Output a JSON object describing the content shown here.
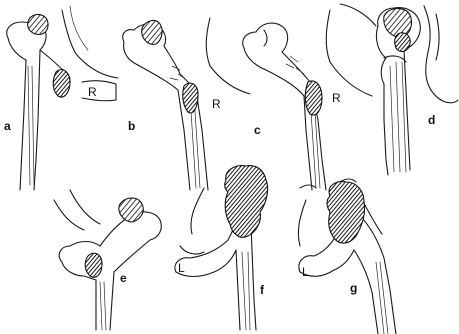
{
  "figure": {
    "panels": [
      {
        "id": "a",
        "label": "a",
        "side_marker": "R"
      },
      {
        "id": "b",
        "label": "b",
        "side_marker": "R"
      },
      {
        "id": "c",
        "label": "c",
        "side_marker": "R"
      },
      {
        "id": "d",
        "label": "d",
        "side_marker": ""
      },
      {
        "id": "e",
        "label": "e",
        "side_marker": ""
      },
      {
        "id": "f",
        "label": "f",
        "side_marker": "L"
      },
      {
        "id": "g",
        "label": "g",
        "side_marker": "L"
      }
    ]
  }
}
